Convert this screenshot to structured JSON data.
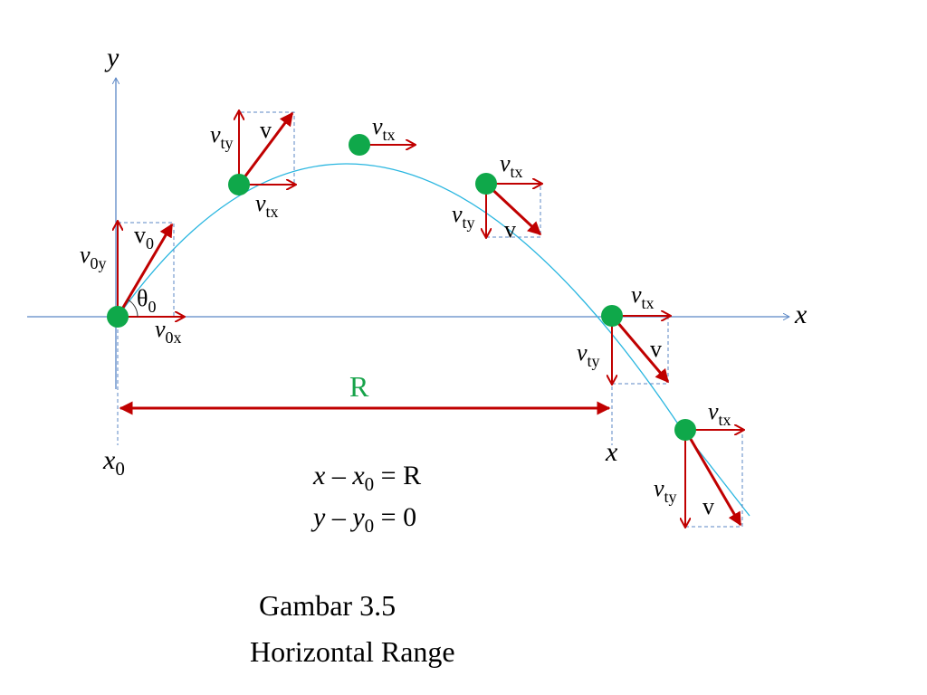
{
  "axes": {
    "x_label": "x",
    "y_label": "y"
  },
  "labels": {
    "v0": {
      "main": "v",
      "sub": "0"
    },
    "v0y": {
      "main": "v",
      "sub": "0y"
    },
    "v0x": {
      "main": "v",
      "sub": "0x"
    },
    "theta0": {
      "main": "θ",
      "sub": "0"
    },
    "vty": {
      "main": "v",
      "sub": "ty"
    },
    "vtx": {
      "main": "v",
      "sub": "tx"
    },
    "v": "v",
    "range": "R",
    "x0": {
      "main": "x",
      "sub": "0"
    },
    "x_end": "x"
  },
  "equations": {
    "eq1": {
      "a": "x",
      "b": " – ",
      "c": "x",
      "sub": "0",
      "rest": " = R"
    },
    "eq2": {
      "a": "y",
      "b": " – ",
      "c": "y",
      "sub": "0",
      "rest": " = 0"
    }
  },
  "caption": {
    "line1": "Gambar 3.5",
    "line2": "Horizontal Range"
  },
  "colors": {
    "axis": "#5b87c5",
    "trajectory": "#29b6e0",
    "vector": "#c00000",
    "ball": "#0fa84a",
    "dashed": "#5b87c5",
    "range_label": "#17a34a"
  }
}
